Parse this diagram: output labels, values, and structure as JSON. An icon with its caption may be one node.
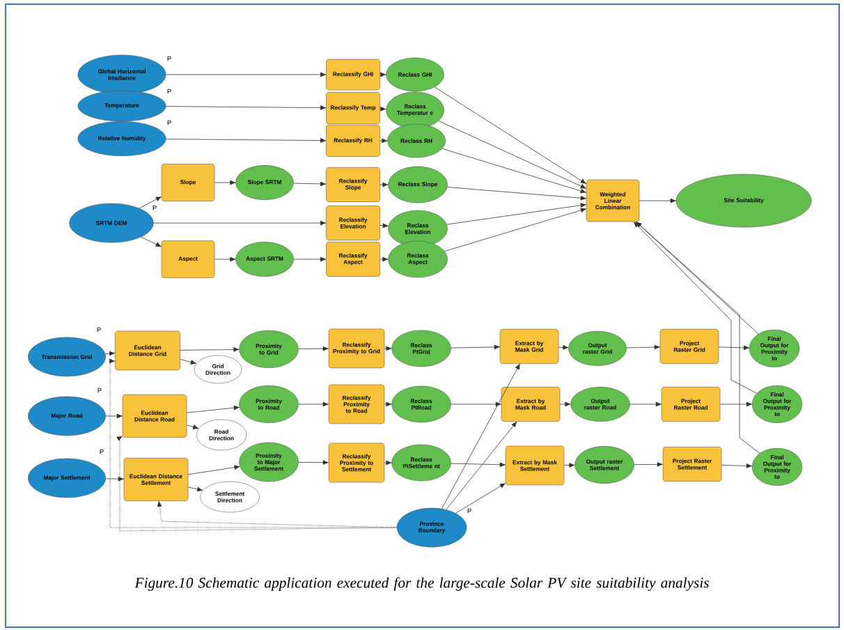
{
  "diagram": {
    "caption": "Figure.10 Schematic application executed for the large-scale Solar PV site suitability analysis",
    "nodes": [
      {
        "text": [
          "Global Horizontal Irradiance"
        ],
        "beside": [
          "P"
        ]
      },
      {
        "text": [
          "Temperature"
        ],
        "beside": [
          "P"
        ]
      },
      {
        "text": [
          "Relative humidity"
        ],
        "beside": [
          "P"
        ]
      },
      {
        "text": [
          "Reclassify GHI"
        ]
      },
      {
        "text": [
          "Reclass GHI"
        ]
      },
      {
        "text": [
          "Reclassify Temp"
        ]
      },
      {
        "text": [
          "Reclass Temperatur e"
        ]
      },
      {
        "text": [
          "Reclassify RH"
        ]
      },
      {
        "text": [
          "Reclass RH"
        ]
      },
      {
        "text": [
          "SRTM DEM"
        ],
        "beside": [
          "P"
        ]
      },
      {
        "text": [
          "Slope"
        ]
      },
      {
        "text": [
          "Slope SRTM"
        ]
      },
      {
        "text": [
          "Reclassify Slope"
        ]
      },
      {
        "text": [
          "Reclass Slope"
        ]
      },
      {
        "text": [
          "Reclassify Elevation"
        ]
      },
      {
        "text": [
          "Reclass Elevation"
        ]
      },
      {
        "text": [
          "Aspect"
        ]
      },
      {
        "text": [
          "Aspect SRTM"
        ]
      },
      {
        "text": [
          "Reclassify Aspect"
        ]
      },
      {
        "text": [
          "Reclass Aspect"
        ]
      },
      {
        "text": [
          "Weighted Linear Combination"
        ]
      },
      {
        "text": [
          "Site Suitability"
        ]
      },
      {
        "text": [
          "Transmission Grid"
        ],
        "beside": [
          "P"
        ]
      },
      {
        "text": [
          "Euclidean Distance Grid"
        ]
      },
      {
        "text": [
          "Grid Direction"
        ]
      },
      {
        "text": [
          "Proximity to Grid"
        ]
      },
      {
        "text": [
          "Reclassify Proximity to Grid"
        ]
      },
      {
        "text": [
          "Reclass PtGrid"
        ]
      },
      {
        "text": [
          "Extract by Mask Grid"
        ]
      },
      {
        "text": [
          "Output raster Grid"
        ]
      },
      {
        "text": [
          "Project Raster Grid"
        ]
      },
      {
        "text": [
          "Final Output for Proximity to"
        ]
      },
      {
        "text": [
          "Major Road"
        ],
        "beside": [
          "P"
        ]
      },
      {
        "text": [
          "Euclidean Distance Road"
        ]
      },
      {
        "text": [
          "Road Direction"
        ]
      },
      {
        "text": [
          "Proximity to Road"
        ]
      },
      {
        "text": [
          "Reclassify Proximity to Road"
        ]
      },
      {
        "text": [
          "Reclass PtRoad"
        ]
      },
      {
        "text": [
          "Extract by Mask Road"
        ]
      },
      {
        "text": [
          "Output raster Road"
        ]
      },
      {
        "text": [
          "Project Raster Road"
        ]
      },
      {
        "text": [
          "Final Output for Proximity to"
        ]
      },
      {
        "text": [
          "Major Settlement"
        ],
        "beside": [
          "P"
        ]
      },
      {
        "text": [
          "Euclidean Distance Settlement"
        ]
      },
      {
        "text": [
          "Settlement Direction"
        ]
      },
      {
        "text": [
          "Proximity to Major Settlement"
        ]
      },
      {
        "text": [
          "Reclassify Proximity to Settlement"
        ]
      },
      {
        "text": [
          "Reclass PtSettleme nt"
        ]
      },
      {
        "text": [
          "Extract by Mask Settlement"
        ]
      },
      {
        "text": [
          "Output raster Settlement"
        ]
      },
      {
        "text": [
          "Project Raster Settlement"
        ]
      },
      {
        "text": [
          "Final Output for Proximity to"
        ]
      },
      {
        "text": [
          "Province Boundary"
        ],
        "beside": [
          "P"
        ]
      }
    ],
    "edges": [
      {
        "from": 0,
        "to": 3,
        "arrow": "to"
      },
      {
        "from": 3,
        "to": 4,
        "arrow": "to"
      },
      {
        "from": 1,
        "to": 5,
        "arrow": "to"
      },
      {
        "from": 5,
        "to": 6,
        "arrow": "to"
      },
      {
        "from": 2,
        "to": 7,
        "arrow": "to"
      },
      {
        "from": 7,
        "to": 8,
        "arrow": "to"
      },
      {
        "from": 9,
        "to": 10,
        "arrow": "to"
      },
      {
        "from": 10,
        "to": 11,
        "arrow": "to"
      },
      {
        "from": 11,
        "to": 12,
        "arrow": "to"
      },
      {
        "from": 12,
        "to": 13,
        "arrow": "to"
      },
      {
        "from": 9,
        "to": 14,
        "arrow": "to"
      },
      {
        "from": 14,
        "to": 15,
        "arrow": "to"
      },
      {
        "from": 9,
        "to": 16,
        "arrow": "to"
      },
      {
        "from": 16,
        "to": 17,
        "arrow": "to"
      },
      {
        "from": 17,
        "to": 18,
        "arrow": "to"
      },
      {
        "from": 18,
        "to": 19,
        "arrow": "to"
      },
      {
        "from": 4,
        "to": 20,
        "arrow": "to"
      },
      {
        "from": 6,
        "to": 20,
        "arrow": "to"
      },
      {
        "from": 8,
        "to": 20,
        "arrow": "to"
      },
      {
        "from": 13,
        "to": 20,
        "arrow": "to"
      },
      {
        "from": 15,
        "to": 20,
        "arrow": "to"
      },
      {
        "from": 19,
        "to": 20,
        "arrow": "to"
      },
      {
        "from": 20,
        "to": 21,
        "arrow": "to"
      },
      {
        "from": 22,
        "to": 23,
        "arrow": "to"
      },
      {
        "from": 23,
        "to": 25,
        "arrow": "to"
      },
      {
        "from": 23,
        "to": 24,
        "arrow": "to"
      },
      {
        "from": 25,
        "to": 26,
        "arrow": "to"
      },
      {
        "from": 26,
        "to": 27,
        "arrow": "to"
      },
      {
        "from": 27,
        "to": 28,
        "arrow": "to"
      },
      {
        "from": 28,
        "to": 29,
        "arrow": "to"
      },
      {
        "from": 29,
        "to": 30,
        "arrow": "to"
      },
      {
        "from": 30,
        "to": 31,
        "arrow": "to"
      },
      {
        "from": 31,
        "to": 20,
        "arrow": "to"
      },
      {
        "from": 32,
        "to": 33,
        "arrow": "to"
      },
      {
        "from": 33,
        "to": 35,
        "arrow": "to"
      },
      {
        "from": 33,
        "to": 34,
        "arrow": "to"
      },
      {
        "from": 35,
        "to": 36,
        "arrow": "to"
      },
      {
        "from": 36,
        "to": 37,
        "arrow": "to"
      },
      {
        "from": 37,
        "to": 38,
        "arrow": "to"
      },
      {
        "from": 38,
        "to": 39,
        "arrow": "to"
      },
      {
        "from": 39,
        "to": 40,
        "arrow": "to"
      },
      {
        "from": 40,
        "to": 41,
        "arrow": "to"
      },
      {
        "from": 41,
        "to": 20,
        "arrow": "to"
      },
      {
        "from": 42,
        "to": 43,
        "arrow": "to"
      },
      {
        "from": 43,
        "to": 45,
        "arrow": "to"
      },
      {
        "from": 43,
        "to": 44,
        "arrow": "to"
      },
      {
        "from": 45,
        "to": 46,
        "arrow": "to"
      },
      {
        "from": 46,
        "to": 47,
        "arrow": "to"
      },
      {
        "from": 47,
        "to": 48,
        "arrow": "to"
      },
      {
        "from": 48,
        "to": 49,
        "arrow": "to"
      },
      {
        "from": 49,
        "to": 50,
        "arrow": "to"
      },
      {
        "from": 50,
        "to": 51,
        "arrow": "to"
      },
      {
        "from": 51,
        "to": 20,
        "arrow": "to"
      },
      {
        "from": 52,
        "to": 28,
        "arrow": "to"
      },
      {
        "from": 52,
        "to": 38,
        "arrow": "to"
      },
      {
        "from": 52,
        "to": 48,
        "arrow": "to"
      },
      {
        "from": 52,
        "to": 23,
        "arrow": "to",
        "style": "dashed"
      },
      {
        "from": 52,
        "to": 33,
        "arrow": "to",
        "style": "dashed"
      },
      {
        "from": 52,
        "to": 43,
        "arrow": "to",
        "style": "dashed"
      }
    ]
  }
}
